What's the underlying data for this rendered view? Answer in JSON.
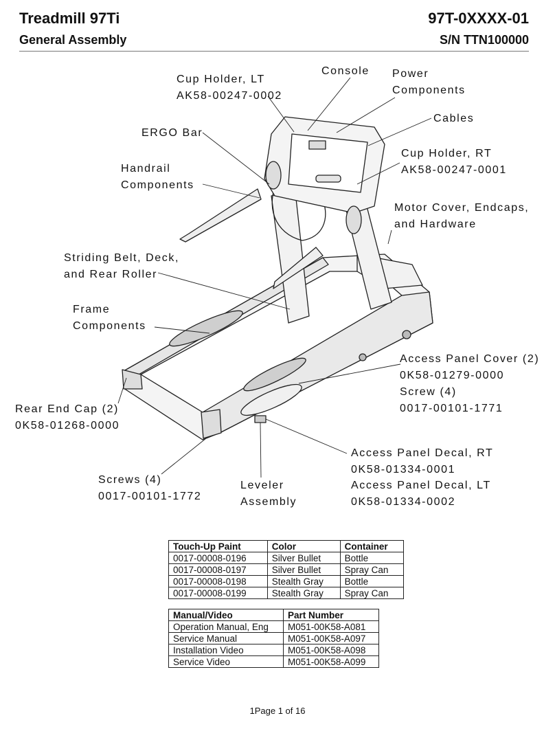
{
  "header": {
    "title": "Treadmill 97Ti",
    "subtitle": "General Assembly",
    "model": "97T-0XXXX-01",
    "serial": "S/N TTN100000"
  },
  "labels": {
    "cup_holder_lt": [
      "Cup Holder, LT",
      "AK58-00247-0002"
    ],
    "console": [
      "Console"
    ],
    "power_components": [
      "Power",
      "Components"
    ],
    "cables": [
      "Cables"
    ],
    "ergo_bar": [
      "ERGO Bar"
    ],
    "cup_holder_rt": [
      "Cup Holder, RT",
      "AK58-00247-0001"
    ],
    "handrail": [
      "Handrail",
      "Components"
    ],
    "motor_cover": [
      "Motor Cover, Endcaps,",
      "and Hardware"
    ],
    "striding_belt": [
      "Striding Belt, Deck,",
      "and Rear Roller"
    ],
    "frame": [
      "Frame",
      "Components"
    ],
    "access_panel_cover": [
      "Access Panel Cover (2)",
      "0K58-01279-0000",
      "Screw (4)",
      "0017-00101-1771"
    ],
    "rear_end_cap": [
      "Rear End Cap (2)",
      "0K58-01268-0000"
    ],
    "access_panel_decal": [
      "Access Panel Decal, RT",
      "0K58-01334-0001",
      "Access Panel Decal, LT",
      "0K58-01334-0002"
    ],
    "screws": [
      "Screws (4)",
      "0017-00101-1772"
    ],
    "leveler": [
      "Leveler",
      "Assembly"
    ]
  },
  "paint_table": {
    "headers": [
      "Touch-Up Paint",
      "Color",
      "Container"
    ],
    "rows": [
      [
        "0017-00008-0196",
        "Silver Bullet",
        "Bottle"
      ],
      [
        "0017-00008-0197",
        "Silver Bullet",
        "Spray Can"
      ],
      [
        "0017-00008-0198",
        "Stealth Gray",
        "Bottle"
      ],
      [
        "0017-00008-0199",
        "Stealth Gray",
        "Spray Can"
      ]
    ]
  },
  "media_table": {
    "headers": [
      "Manual/Video",
      "Part Number"
    ],
    "rows": [
      [
        "Operation Manual, Eng",
        "M051-00K58-A081"
      ],
      [
        "Service Manual",
        "M051-00K58-A097"
      ],
      [
        "Installation Video",
        "M051-00K58-A098"
      ],
      [
        "Service Video",
        "M051-00K58-A099"
      ]
    ]
  },
  "footer": "1Page 1 of 16"
}
